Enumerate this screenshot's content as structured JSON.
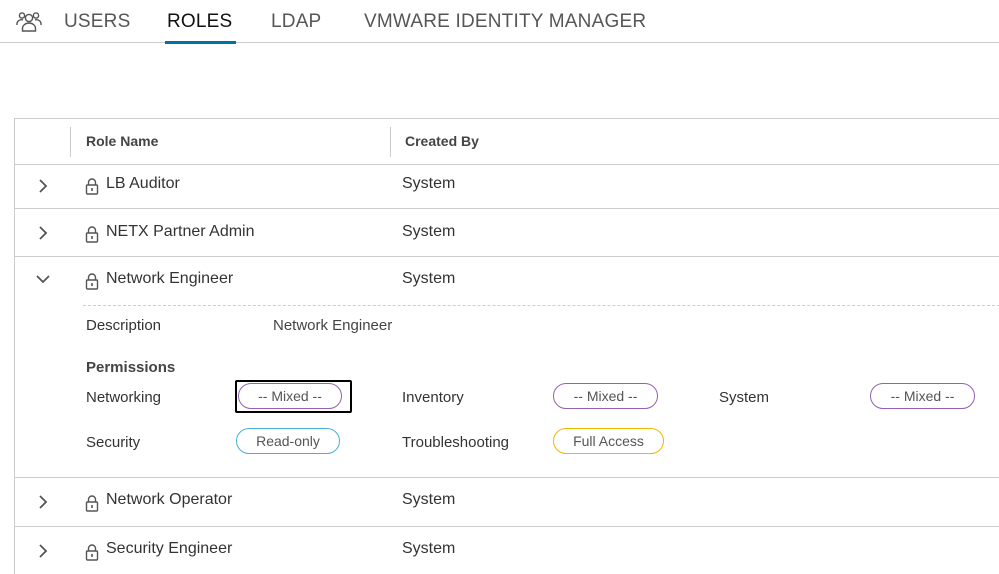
{
  "tabs": [
    {
      "label": "USERS"
    },
    {
      "label": "ROLES",
      "active": true
    },
    {
      "label": "LDAP"
    },
    {
      "label": "VMWARE IDENTITY MANAGER"
    }
  ],
  "grid": {
    "columns": {
      "role_name": "Role Name",
      "created_by": "Created By"
    },
    "rows": [
      {
        "name": "LB Auditor",
        "created_by": "System",
        "expanded": false
      },
      {
        "name": "NETX Partner Admin",
        "created_by": "System",
        "expanded": false
      },
      {
        "name": "Network Engineer",
        "created_by": "System",
        "expanded": true
      },
      {
        "name": "Network Operator",
        "created_by": "System",
        "expanded": false
      },
      {
        "name": "Security Engineer",
        "created_by": "System",
        "expanded": false
      }
    ],
    "detail": {
      "description_label": "Description",
      "description_value": "Network Engineer",
      "permissions_title": "Permissions",
      "permissions": [
        {
          "label": "Networking",
          "value": "-- Mixed --",
          "kind": "mixed"
        },
        {
          "label": "Inventory",
          "value": "-- Mixed --",
          "kind": "mixed"
        },
        {
          "label": "System",
          "value": "-- Mixed --",
          "kind": "mixed"
        },
        {
          "label": "Security",
          "value": "Read-only",
          "kind": "readonly"
        },
        {
          "label": "Troubleshooting",
          "value": "Full Access",
          "kind": "full"
        }
      ]
    }
  },
  "colors": {
    "accent": "#0072a3",
    "mixed": "#9460b8",
    "readonly": "#49afd9",
    "full": "#eeb800"
  }
}
